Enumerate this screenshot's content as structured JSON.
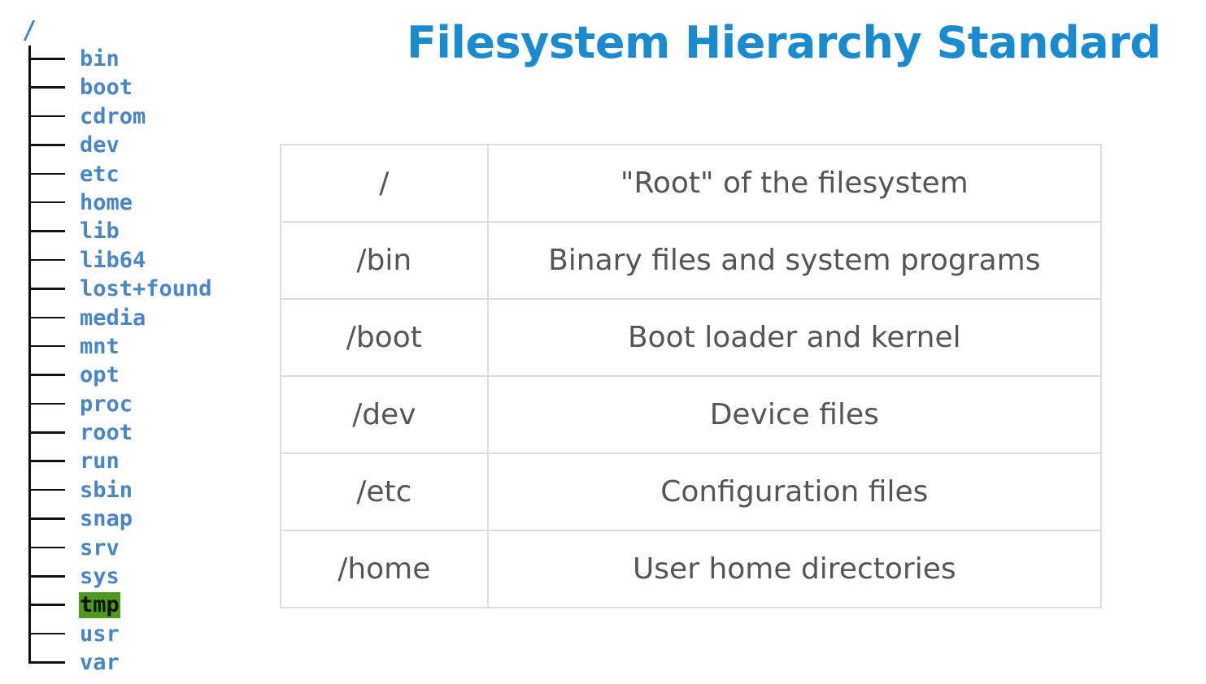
{
  "title": "Filesystem Hierarchy Standard",
  "tree": {
    "root": "/",
    "items": [
      {
        "label": "bin",
        "highlighted": false
      },
      {
        "label": "boot",
        "highlighted": false
      },
      {
        "label": "cdrom",
        "highlighted": false
      },
      {
        "label": "dev",
        "highlighted": false
      },
      {
        "label": "etc",
        "highlighted": false
      },
      {
        "label": "home",
        "highlighted": false
      },
      {
        "label": "lib",
        "highlighted": false
      },
      {
        "label": "lib64",
        "highlighted": false
      },
      {
        "label": "lost+found",
        "highlighted": false
      },
      {
        "label": "media",
        "highlighted": false
      },
      {
        "label": "mnt",
        "highlighted": false
      },
      {
        "label": "opt",
        "highlighted": false
      },
      {
        "label": "proc",
        "highlighted": false
      },
      {
        "label": "root",
        "highlighted": false
      },
      {
        "label": "run",
        "highlighted": false
      },
      {
        "label": "sbin",
        "highlighted": false
      },
      {
        "label": "snap",
        "highlighted": false
      },
      {
        "label": "srv",
        "highlighted": false
      },
      {
        "label": "sys",
        "highlighted": false
      },
      {
        "label": "tmp",
        "highlighted": true
      },
      {
        "label": "usr",
        "highlighted": false
      },
      {
        "label": "var",
        "highlighted": false
      }
    ]
  },
  "table": {
    "rows": [
      {
        "path": "/",
        "description": "\"Root\" of the filesystem"
      },
      {
        "path": "/bin",
        "description": "Binary files and system programs"
      },
      {
        "path": "/boot",
        "description": "Boot loader and kernel"
      },
      {
        "path": "/dev",
        "description": "Device files"
      },
      {
        "path": "/etc",
        "description": "Configuration files"
      },
      {
        "path": "/home",
        "description": "User home directories"
      }
    ]
  },
  "colors": {
    "title": "#1b8bd0",
    "tree_text": "#4a86c4",
    "highlight_bg": "#4c9a1e",
    "table_text": "#555555",
    "table_border": "#dcdcdc"
  }
}
